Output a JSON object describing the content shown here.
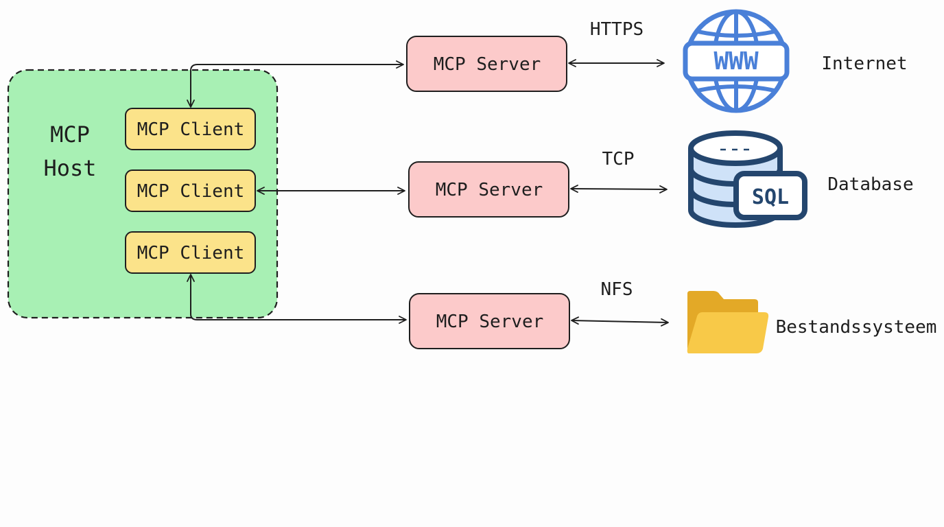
{
  "host": {
    "label_line1": "MCP",
    "label_line2": "Host"
  },
  "clients": [
    {
      "label": "MCP Client"
    },
    {
      "label": "MCP Client"
    },
    {
      "label": "MCP Client"
    }
  ],
  "servers": [
    {
      "label": "MCP Server"
    },
    {
      "label": "MCP Server"
    },
    {
      "label": "MCP Server"
    }
  ],
  "protocols": [
    {
      "label": "HTTPS"
    },
    {
      "label": "TCP"
    },
    {
      "label": "NFS"
    }
  ],
  "resources": [
    {
      "label": "Internet",
      "icon": "globe-www-icon",
      "icon_text": "WWW"
    },
    {
      "label": "Database",
      "icon": "sql-database-icon",
      "icon_text": "SQL"
    },
    {
      "label": "Bestandssysteem",
      "icon": "folder-icon"
    }
  ],
  "colors": {
    "host_fill": "#a8f0b4",
    "client_fill": "#fbe38a",
    "server_fill": "#fccaca",
    "globe_blue": "#4a80d8",
    "db_dark": "#24466e",
    "db_light": "#cfe2f8",
    "folder_back": "#e3a927",
    "folder_front": "#f8c948",
    "stroke": "#1e1e1e"
  }
}
